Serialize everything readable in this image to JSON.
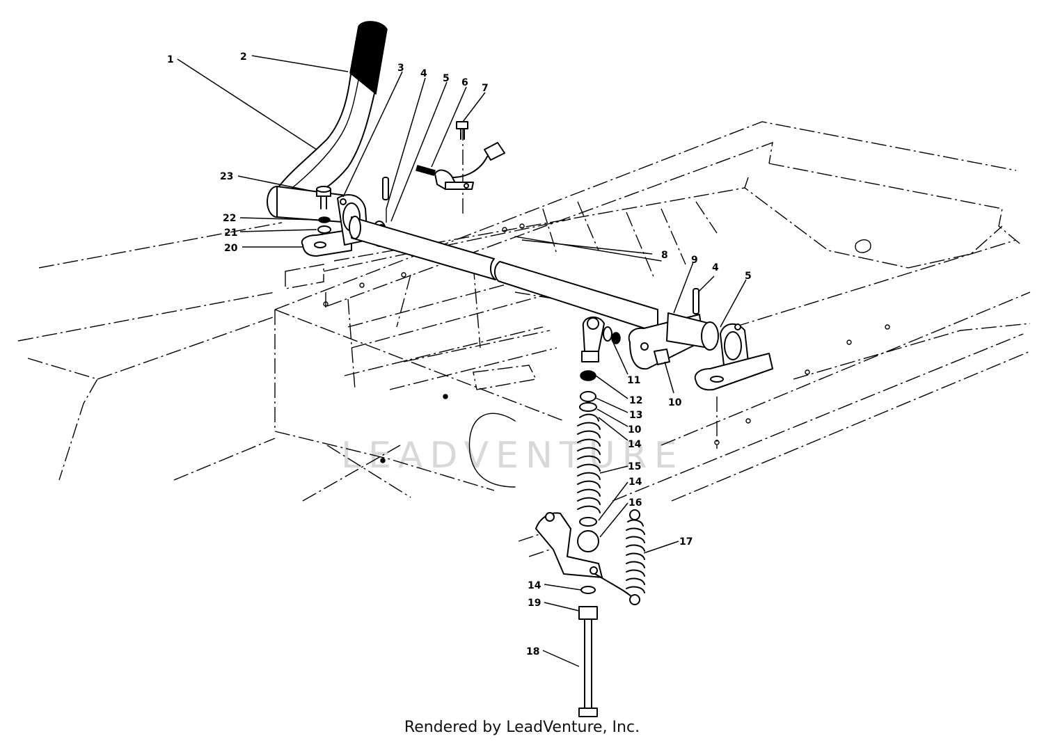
{
  "diagram": {
    "watermark": "LEADVENTURE",
    "credit": "Rendered by LeadVenture, Inc.",
    "callouts": [
      {
        "id": "c1",
        "text": "1"
      },
      {
        "id": "c2",
        "text": "2"
      },
      {
        "id": "c3",
        "text": "3"
      },
      {
        "id": "c4a",
        "text": "4"
      },
      {
        "id": "c5a",
        "text": "5"
      },
      {
        "id": "c6",
        "text": "6"
      },
      {
        "id": "c7",
        "text": "7"
      },
      {
        "id": "c23",
        "text": "23"
      },
      {
        "id": "c22",
        "text": "22"
      },
      {
        "id": "c21",
        "text": "21"
      },
      {
        "id": "c20",
        "text": "20"
      },
      {
        "id": "c8",
        "text": "8"
      },
      {
        "id": "c9",
        "text": "9"
      },
      {
        "id": "c4b",
        "text": "4"
      },
      {
        "id": "c5b",
        "text": "5"
      },
      {
        "id": "c11",
        "text": "11"
      },
      {
        "id": "c10a",
        "text": "10"
      },
      {
        "id": "c12",
        "text": "12"
      },
      {
        "id": "c13",
        "text": "13"
      },
      {
        "id": "c10b",
        "text": "10"
      },
      {
        "id": "c14a",
        "text": "14"
      },
      {
        "id": "c15",
        "text": "15"
      },
      {
        "id": "c14b",
        "text": "14"
      },
      {
        "id": "c16",
        "text": "16"
      },
      {
        "id": "c17",
        "text": "17"
      },
      {
        "id": "c14c",
        "text": "14"
      },
      {
        "id": "c19",
        "text": "19"
      },
      {
        "id": "c18",
        "text": "18"
      }
    ]
  }
}
